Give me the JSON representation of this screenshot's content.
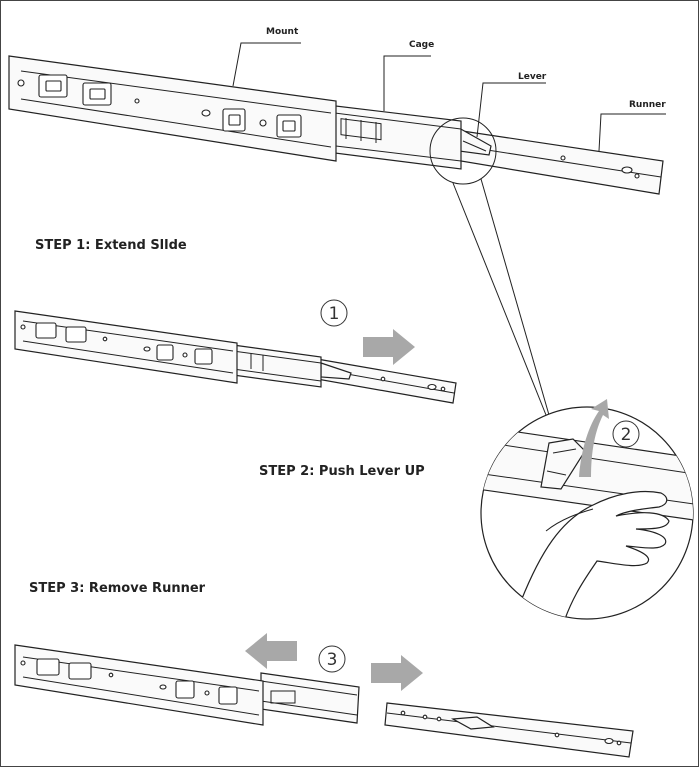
{
  "labels": {
    "mount": "Mount",
    "cage": "Cage",
    "lever": "Lever",
    "runner": "Runner"
  },
  "steps": {
    "step1": "STEP 1:   Extend Sllde",
    "step2": "STEP 2:   Push Lever UP",
    "step3": "STEP 3:  Remove Runner"
  },
  "markers": {
    "one": "1",
    "two": "2",
    "three": "3"
  },
  "colors": {
    "arrow": "#a8a8a8",
    "line": "#222222",
    "background": "#ffffff"
  }
}
